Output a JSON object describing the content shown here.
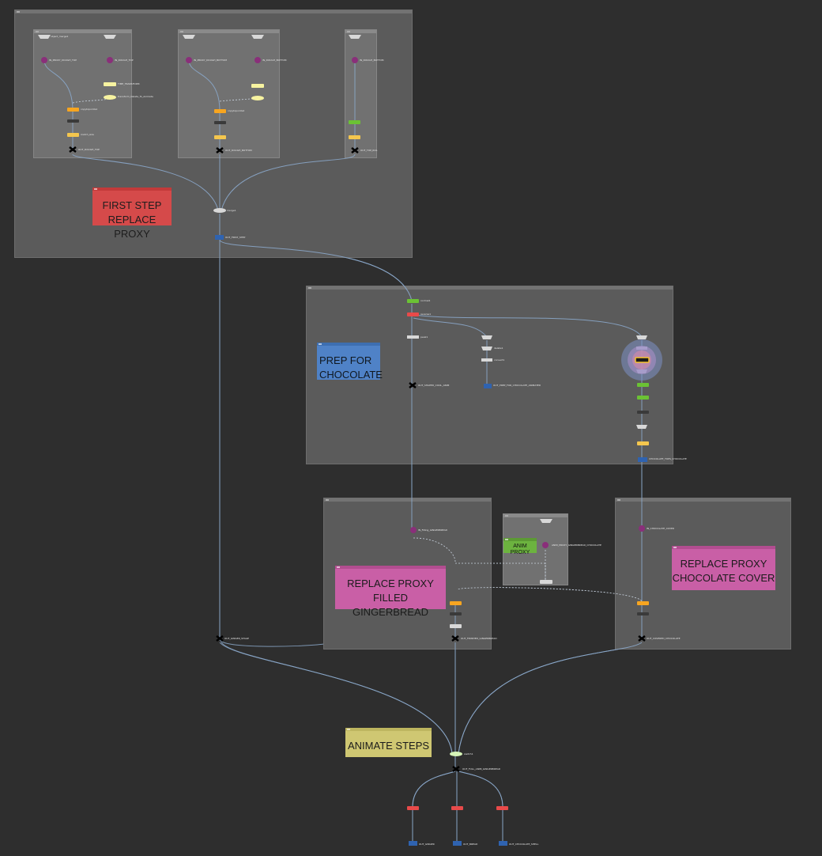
{
  "network": {
    "boxes": {
      "first_step": "",
      "prep": "",
      "gingerbread": "",
      "chocolate": "",
      "anim_proxy_box": ""
    },
    "stickies": {
      "first_step": "FIRST STEP\nREPLACE PROXY",
      "prep": "PREP FOR\nCHOCOLATE",
      "filled_gingerbread": "REPLACE PROXY\nFILLED GINGERBREAD",
      "chocolate_cover": "REPLACE PROXY\nCHOCOLATE COVER",
      "anim_proxy": "ANIM PROXY",
      "animate_steps": "ANIMATE STEPS"
    },
    "colors": {
      "background": "#2e2e2e",
      "netbox": "#5b5b5b",
      "sticky_red": "#d54a4a",
      "sticky_blue": "#4f82c7",
      "sticky_pink": "#c95fa6",
      "sticky_green": "#6cb33f",
      "sticky_yellow": "#cfc772",
      "wire": "#8aa7c9",
      "node_orange": "#f7a520",
      "node_yellow": "#f4c64e",
      "node_green": "#6bc234",
      "node_red": "#e84a4a",
      "node_purple": "#8a2f7a",
      "node_blue": "#2f63b0",
      "node_white": "#d8d8d8"
    },
    "node_labels": {
      "obj_merge_1": "object_merge1",
      "in_1": "IN_PROXY_DOUGH_TOP",
      "in_2": "IN_DOUGH_TOP",
      "timeshift_1": "TIME_TRANSFORM",
      "xform_1": "transform_Delete_To_Animate",
      "replace_1": "copytopoints1",
      "match_1": "match_size",
      "out_1": "OUT_DOUGH_TOP",
      "in_3": "IN_PROXY_DOUGH_BOTTOM",
      "in_4": "IN_DOUGH_BOTTOM",
      "replace_2": "copytopoints2",
      "out_2": "OUT_DOUGH_BOTTOM",
      "in_5": "IN_DOUGH_BOTTOM",
      "out_3": "OUT_TOP_ROL",
      "merge_1": "merge1",
      "out_first_step": "OUT_FIRST_STEP",
      "normal_1": "normal1",
      "reverse_1": "reverse1",
      "peak_1": "peak1",
      "out_shaped": "OUT_SHAPED_COOL_ANIM",
      "delete_1": "delete1",
      "convert_1": "convert1",
      "out_prep_chocolate": "OUT_PREP_FOR_CHOCOLATE_ANIMATED",
      "chocolate_out": "CHOCOLATE_TOPS_CHOCOLATE",
      "in_gingerbread": "IN_Filling_GINGERBREAD",
      "in_choco_cover": "IN_CHOCOLATE_COVER",
      "out_gingerbread": "OUT_FINISHED_GINGERBREAD",
      "out_covered_choco": "OUT_COVERED_CHOCOLATE",
      "out_ginger_stage": "OUT_GINGER_STAGE",
      "switch_1": "switch1",
      "out_full_anim": "OUT_FULL_ANIM_GINGERBREAD",
      "anim_proxy_in": "ANIM_PROXY_GINGERBREAD_CHOCOLATE",
      "out_a": "OUT_GINGER",
      "out_b": "OUT_BREAD",
      "out_c": "OUT_CHOCOLATE_SHELL"
    }
  }
}
